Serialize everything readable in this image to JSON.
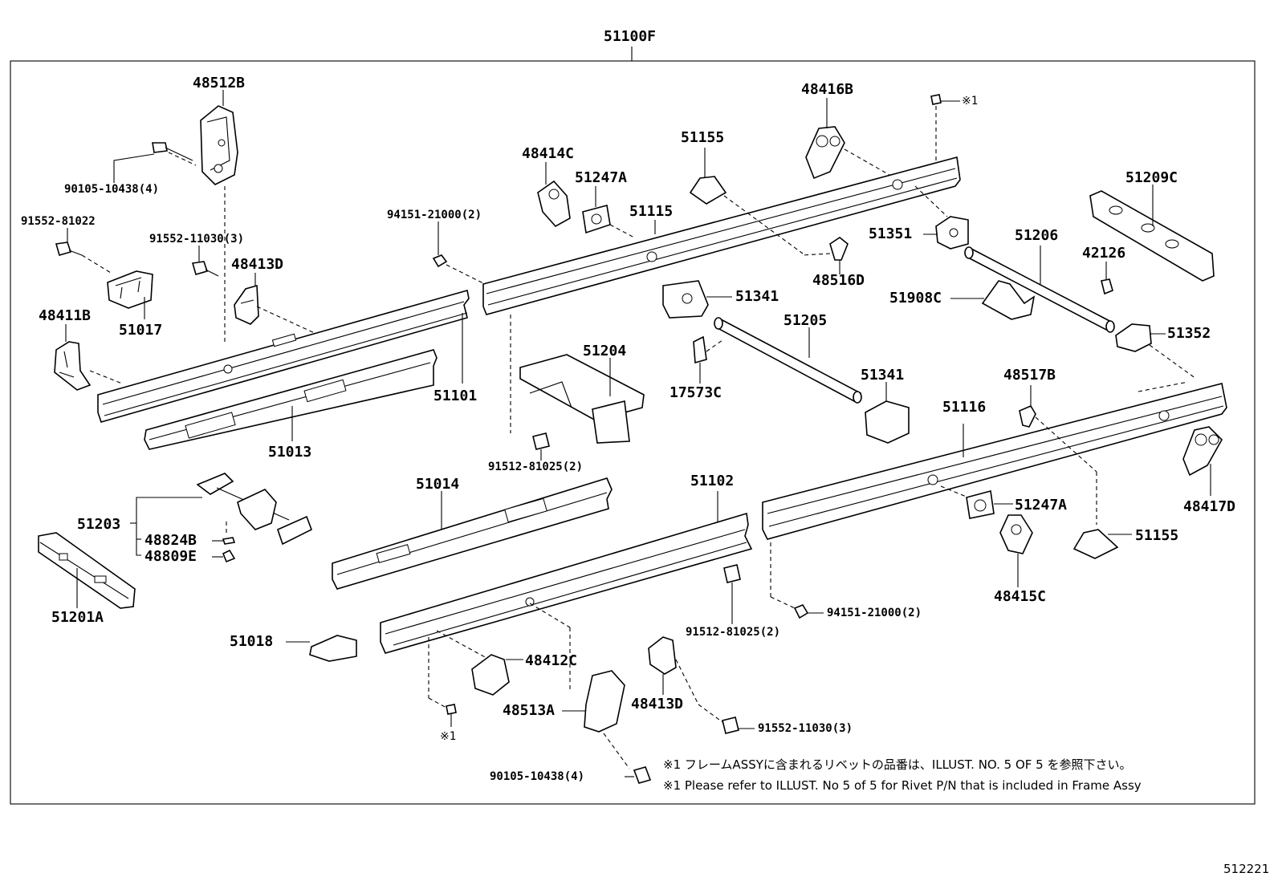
{
  "diagram": {
    "assembly_label": "51100F",
    "figure_number": "512221",
    "parts": {
      "p48512B": "48512B",
      "p90105_top": "90105-10438(4)",
      "p91552_81022": "91552-81022",
      "p91552_11030_top": "91552-11030(3)",
      "p48413D_top": "48413D",
      "p51017": "51017",
      "p48411B": "48411B",
      "p94151_top": "94151-21000(2)",
      "p51101": "51101",
      "p51013": "51013",
      "p48414C": "48414C",
      "p51247A_top": "51247A",
      "p51115": "51115",
      "p51155_top": "51155",
      "p48416B": "48416B",
      "p51351": "51351",
      "p48516D": "48516D",
      "p51341_top": "51341",
      "p51205": "51205",
      "p51206": "51206",
      "p42126": "42126",
      "p51209C": "51209C",
      "p51908C": "51908C",
      "p51352": "51352",
      "p51204": "51204",
      "p17573C": "17573C",
      "p51341_mid": "51341",
      "p48517B": "48517B",
      "p51116": "51116",
      "p91512_top": "91512-81025(2)",
      "p51014": "51014",
      "p51102": "51102",
      "p51247A_bot": "51247A",
      "p48417D": "48417D",
      "p51155_bot": "51155",
      "p48415C": "48415C",
      "p51203": "51203",
      "p48824B": "48824B",
      "p48809E": "48809E",
      "p51201A": "51201A",
      "p91512_bot": "91512-81025(2)",
      "p94151_bot": "94151-21000(2)",
      "p51018": "51018",
      "p48412C": "48412C",
      "p48513A": "48513A",
      "p48413D_bot": "48413D",
      "p91552_11030_bot": "91552-11030(3)",
      "p90105_bot": "90105-10438(4)"
    },
    "rivet_ref_top": "※1",
    "rivet_ref_bottom": "※1",
    "note_jp": "※1 フレームASSYに含まれるリベットの品番は、ILLUST. NO. 5 OF 5 を参照下さい。",
    "note_en": "※1 Please refer to ILLUST. No 5 of 5 for Rivet P/N that is included in Frame Assy"
  }
}
